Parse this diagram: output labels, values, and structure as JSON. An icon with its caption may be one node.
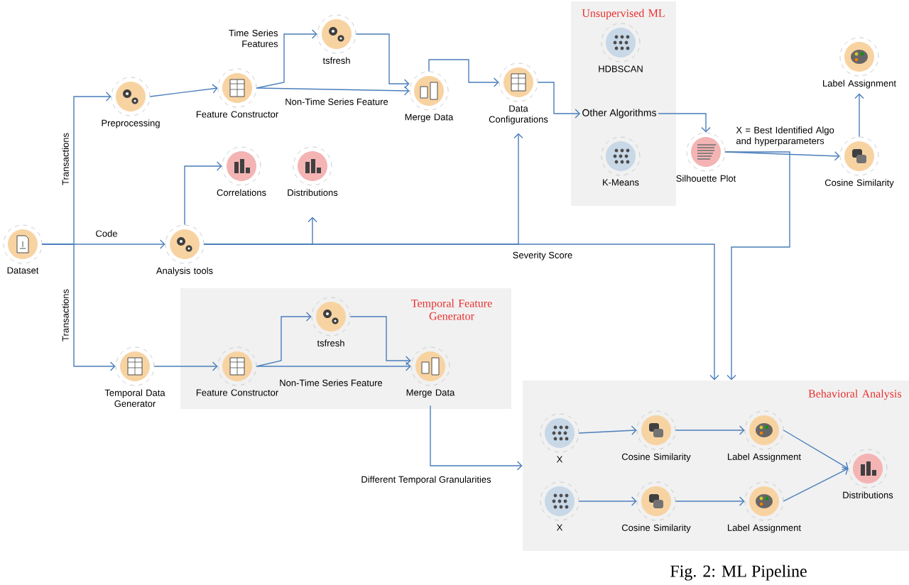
{
  "diagram": {
    "caption": "Fig. 2: ML Pipeline",
    "nodes": [
      {
        "text": [
          "Dataset"
        ]
      },
      {
        "text": [
          "Preprocessing"
        ]
      },
      {
        "text": [
          "Feature Constructor"
        ]
      },
      {
        "text": [
          "tsfresh"
        ]
      },
      {
        "text": [
          "Merge Data"
        ]
      },
      {
        "text": [
          "Data Configurations"
        ]
      },
      {
        "text": [
          "Unsupervised ML"
        ]
      },
      {
        "text": [
          "HDBSCAN"
        ],
        "in": 6
      },
      {
        "text": [
          "Other Algorithms"
        ],
        "in": 6
      },
      {
        "text": [
          "K-Means"
        ],
        "in": 6
      },
      {
        "text": [
          "Silhouette Plot"
        ]
      },
      {
        "text": [
          "Label Assignment"
        ]
      },
      {
        "text": [
          "Cosine Similarity"
        ]
      },
      {
        "text": [
          "Correlations"
        ]
      },
      {
        "text": [
          "Distributions"
        ]
      },
      {
        "text": [
          "Analysis tools"
        ]
      },
      {
        "text": [
          "Temporal Feature Generator"
        ]
      },
      {
        "text": [
          "Temporal Data Generator"
        ]
      },
      {
        "text": [
          "Feature Constructor"
        ],
        "in": 16
      },
      {
        "text": [
          "tsfresh"
        ],
        "in": 16
      },
      {
        "text": [
          "Merge Data"
        ],
        "in": 16
      },
      {
        "text": [
          "Behavioral Analysis"
        ]
      },
      {
        "text": [
          "X"
        ],
        "in": 21
      },
      {
        "text": [
          "Cosine Similarity"
        ],
        "in": 21
      },
      {
        "text": [
          "Label Assignment"
        ],
        "in": 21
      },
      {
        "text": [
          "X"
        ],
        "in": 21
      },
      {
        "text": [
          "Cosine Similarity"
        ],
        "in": 21
      },
      {
        "text": [
          "Label Assignment"
        ],
        "in": 21
      },
      {
        "text": [
          "Distributions"
        ],
        "in": 21
      }
    ],
    "edges": [
      {
        "from": 0,
        "to": 1,
        "arrow": "to",
        "label": "Transactions"
      },
      {
        "from": 0,
        "to": 17,
        "arrow": "to",
        "label": "Transactions"
      },
      {
        "from": 0,
        "to": 15,
        "arrow": "to",
        "label": "Code"
      },
      {
        "from": 1,
        "to": 2,
        "arrow": "to"
      },
      {
        "from": 2,
        "to": 3,
        "arrow": "to",
        "label": "Time Series Features"
      },
      {
        "from": 3,
        "to": 4,
        "arrow": "to"
      },
      {
        "from": 2,
        "to": 4,
        "arrow": "to",
        "label": "Non-Time Series Feature"
      },
      {
        "from": 4,
        "to": 5,
        "arrow": "to"
      },
      {
        "from": 5,
        "to": 8,
        "arrow": "to"
      },
      {
        "from": 8,
        "to": 10,
        "arrow": "to"
      },
      {
        "from": 10,
        "to": 12,
        "arrow": "to",
        "label": "X = Best Identified Algo and hyperparameters"
      },
      {
        "from": 12,
        "to": 11,
        "arrow": "to"
      },
      {
        "from": 15,
        "to": 13,
        "arrow": "to"
      },
      {
        "from": 15,
        "to": 14,
        "arrow": "to"
      },
      {
        "from": 15,
        "to": 5,
        "arrow": "to"
      },
      {
        "from": 15,
        "to": 21,
        "arrow": "to",
        "label": "Severity Score"
      },
      {
        "from": 10,
        "to": 21,
        "arrow": "to"
      },
      {
        "from": 17,
        "to": 18,
        "arrow": "to"
      },
      {
        "from": 18,
        "to": 19,
        "arrow": "to"
      },
      {
        "from": 19,
        "to": 20,
        "arrow": "to"
      },
      {
        "from": 18,
        "to": 20,
        "arrow": "to",
        "label": "Non-Time Series Feature"
      },
      {
        "from": 20,
        "to": 21,
        "arrow": "to",
        "label": "Different Temporal Granularities"
      },
      {
        "from": 22,
        "to": 23,
        "arrow": "to"
      },
      {
        "from": 23,
        "to": 24,
        "arrow": "to"
      },
      {
        "from": 24,
        "to": 28,
        "arrow": "to"
      },
      {
        "from": 25,
        "to": 26,
        "arrow": "to"
      },
      {
        "from": 26,
        "to": 27,
        "arrow": "to"
      },
      {
        "from": 27,
        "to": 28,
        "arrow": "to"
      }
    ]
  }
}
